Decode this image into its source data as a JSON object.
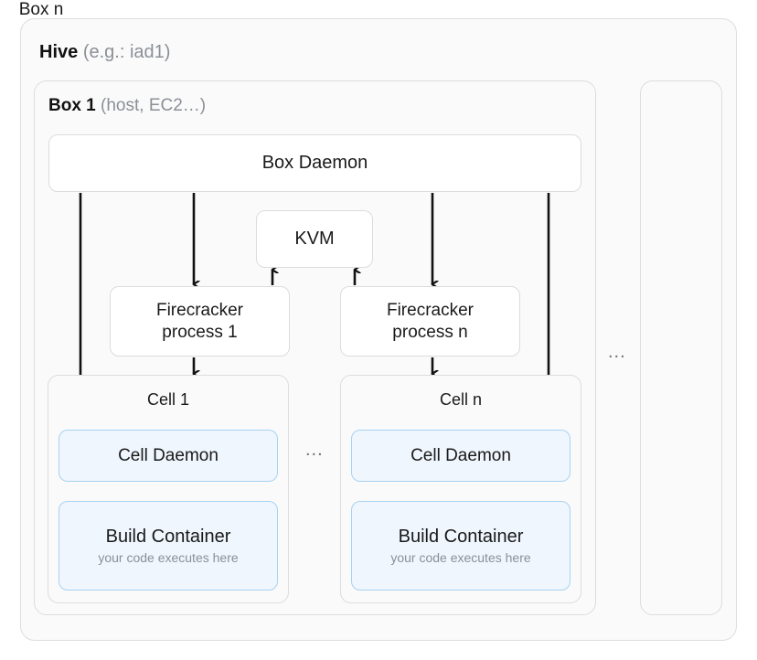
{
  "diagram": {
    "hive": {
      "title_strong": "Hive",
      "title_muted": "(e.g.: iad1)"
    },
    "box1": {
      "title_strong": "Box 1",
      "title_muted": "(host, EC2…)",
      "box_daemon_label": "Box Daemon",
      "kvm_label": "KVM",
      "firecracker": [
        {
          "line1": "Firecracker",
          "line2": "process 1"
        },
        {
          "line1": "Firecracker",
          "line2": "process n"
        }
      ],
      "cells": [
        {
          "title": "Cell 1",
          "cell_daemon_label": "Cell Daemon",
          "build_container_title": "Build Container",
          "build_container_subtitle": "your code executes here"
        },
        {
          "title": "Cell n",
          "cell_daemon_label": "Cell Daemon",
          "build_container_title": "Build Container",
          "build_container_subtitle": "your code executes here"
        }
      ],
      "cells_ellipsis": "..."
    },
    "boxn": {
      "title": "Box n"
    },
    "boxes_ellipsis": "...",
    "colors": {
      "page_background": "#ffffff",
      "panel_background": "#fafafa",
      "panel_border": "#dddddd",
      "node_background": "#ffffff",
      "node_border": "#dcdcdc",
      "accent_fill": "#eff6fd",
      "accent_border": "#a8d2f0",
      "text_primary": "#1a1a1a",
      "text_muted": "#8b9096",
      "arrow": "#111111"
    }
  }
}
